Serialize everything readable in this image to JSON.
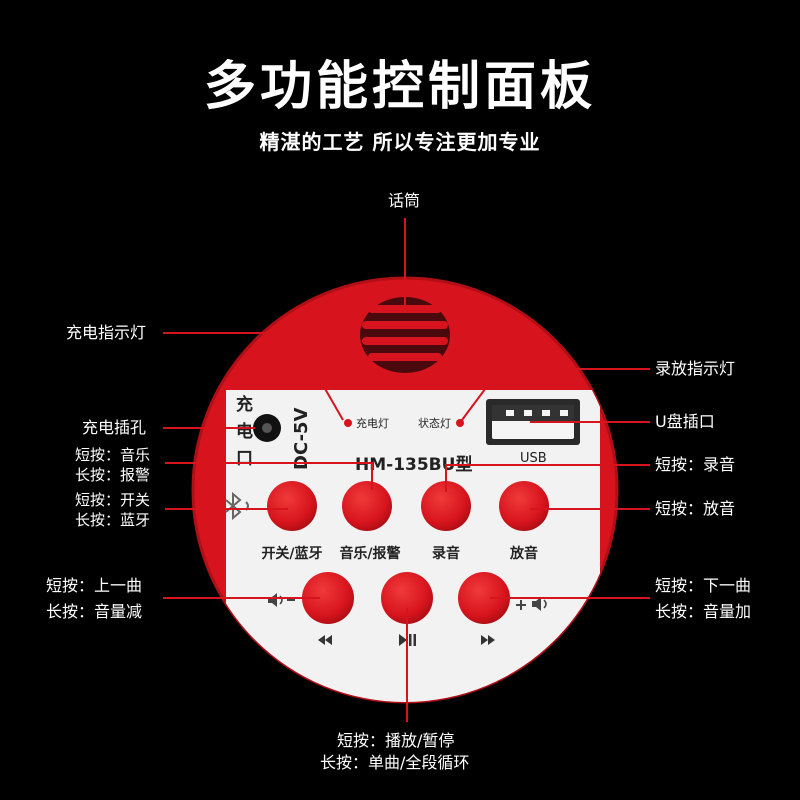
{
  "title": "多功能控制面板",
  "subtitle": "精湛的工艺 所以专注更加专业",
  "device": {
    "model": "HM-135BU型",
    "charge_port_label": "充电口",
    "dc_label": "DC-5V",
    "charge_led_label": "充电灯",
    "status_led_label": "状态灯",
    "usb_label": "USB",
    "btn_power_bt": "开关/蓝牙",
    "btn_music_alarm": "音乐/报警",
    "btn_record": "录音",
    "btn_play": "放音"
  },
  "callouts": {
    "mic": "话筒",
    "charge_indicator": "充电指示灯",
    "charge_port": "充电插孔",
    "music_short": "短按：音乐",
    "music_long": "长按：报警",
    "power_short": "短按：开关",
    "power_long": "长按：蓝牙",
    "prev_short": "短按：上一曲",
    "prev_long": "长按：音量减",
    "record_indicator": "录放指示灯",
    "u_disk": "U盘插口",
    "record_short": "短按：录音",
    "play_short": "短按：放音",
    "next_short": "短按：下一曲",
    "next_long": "长按：音量加",
    "playpause_short": "短按：播放/暂停",
    "playpause_long": "长按：单曲/全段循环"
  },
  "colors": {
    "accent_red": "#d7141d",
    "panel_white": "#f2f2f2",
    "background": "#000000"
  }
}
